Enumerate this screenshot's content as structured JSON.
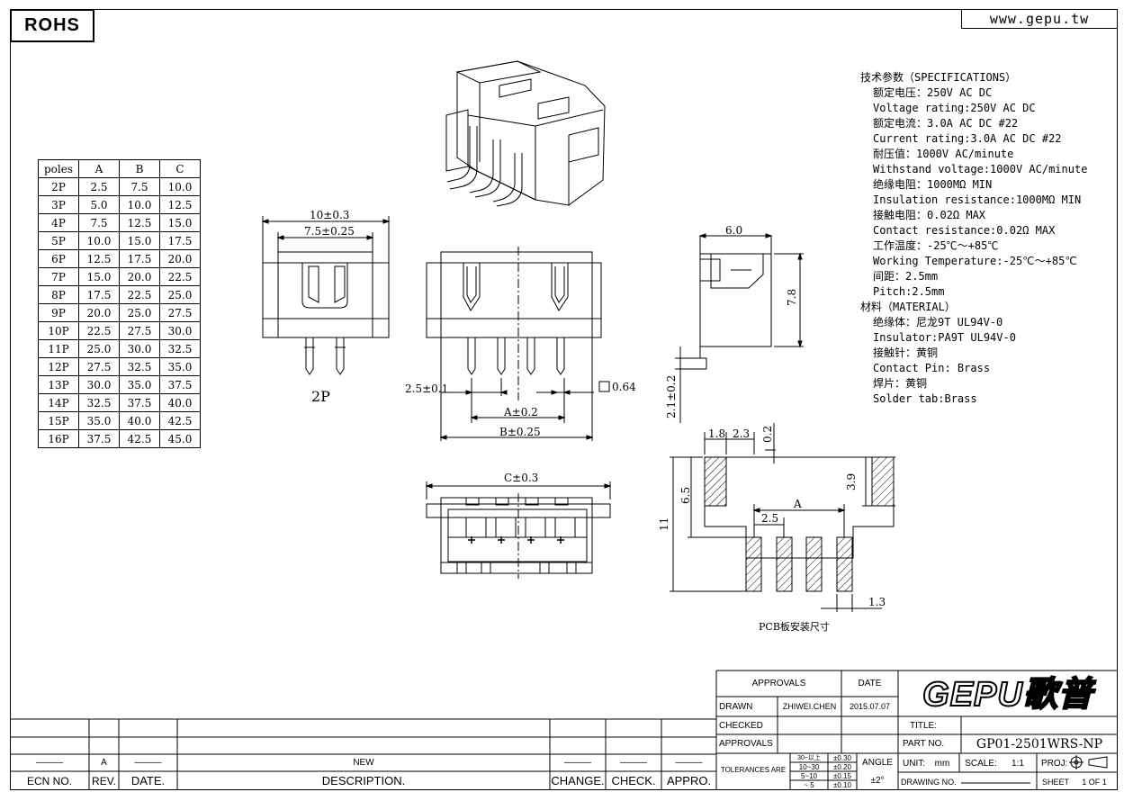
{
  "header": {
    "rohs": "ROHS",
    "website": "www.gepu.tw"
  },
  "poles_table": {
    "headers": [
      "poles",
      "A",
      "B",
      "C"
    ],
    "rows": [
      [
        "2P",
        "2.5",
        "7.5",
        "10.0"
      ],
      [
        "3P",
        "5.0",
        "10.0",
        "12.5"
      ],
      [
        "4P",
        "7.5",
        "12.5",
        "15.0"
      ],
      [
        "5P",
        "10.0",
        "15.0",
        "17.5"
      ],
      [
        "6P",
        "12.5",
        "17.5",
        "20.0"
      ],
      [
        "7P",
        "15.0",
        "20.0",
        "22.5"
      ],
      [
        "8P",
        "17.5",
        "22.5",
        "25.0"
      ],
      [
        "9P",
        "20.0",
        "25.0",
        "27.5"
      ],
      [
        "10P",
        "22.5",
        "27.5",
        "30.0"
      ],
      [
        "11P",
        "25.0",
        "30.0",
        "32.5"
      ],
      [
        "12P",
        "27.5",
        "32.5",
        "35.0"
      ],
      [
        "13P",
        "30.0",
        "35.0",
        "37.5"
      ],
      [
        "14P",
        "32.5",
        "37.5",
        "40.0"
      ],
      [
        "15P",
        "35.0",
        "40.0",
        "42.5"
      ],
      [
        "16P",
        "37.5",
        "42.5",
        "45.0"
      ]
    ]
  },
  "specs": [
    {
      "text": "技术参数（SPECIFICATIONS）",
      "indent": false
    },
    {
      "text": "额定电压：250V AC DC",
      "indent": true
    },
    {
      "text": "Voltage rating:250V AC DC",
      "indent": true
    },
    {
      "text": "额定电流：3.0A AC DC #22",
      "indent": true
    },
    {
      "text": "Current rating:3.0A AC DC #22",
      "indent": true
    },
    {
      "text": "耐压值：1000V AC/minute",
      "indent": true
    },
    {
      "text": "Withstand voltage:1000V AC/minute",
      "indent": true
    },
    {
      "text": "绝缘电阻：1000MΩ MIN",
      "indent": true
    },
    {
      "text": "Insulation resistance:1000MΩ MIN",
      "indent": true
    },
    {
      "text": "接触电阻：0.02Ω MAX",
      "indent": true
    },
    {
      "text": "Contact resistance:0.02Ω MAX",
      "indent": true
    },
    {
      "text": "工作温度：-25℃～+85℃",
      "indent": true
    },
    {
      "text": "Working Temperature:-25℃～+85℃",
      "indent": true
    },
    {
      "text": "间距：2.5mm",
      "indent": true
    },
    {
      "text": "Pitch:2.5mm",
      "indent": true
    },
    {
      "text": "材料（MATERIAL）",
      "indent": false
    },
    {
      "text": "绝缘体：尼龙9T UL94V-0",
      "indent": true
    },
    {
      "text": "Insulator:PA9T UL94V-0",
      "indent": true
    },
    {
      "text": "接触针：黄铜",
      "indent": true
    },
    {
      "text": "Contact Pin: Brass",
      "indent": true
    },
    {
      "text": "焊片：黄铜",
      "indent": true
    },
    {
      "text": "Solder tab:Brass",
      "indent": true
    }
  ],
  "drawing_labels": {
    "dim_10": "10±0.3",
    "dim_7_5": "7.5±0.25",
    "label_2p": "2P",
    "dim_2_5": "2.5±0.1",
    "dim_a": "A±0.2",
    "dim_b": "B±0.25",
    "dim_064": "0.64",
    "dim_6_0": "6.0",
    "dim_7_8": "7.8",
    "dim_2_1": "2.1±0.2",
    "dim_c": "C±0.3",
    "pcb_1_8": "1.8",
    "pcb_2_3": "2.3",
    "pcb_0_2": "0.2",
    "pcb_3_9": "3.9",
    "pcb_6_5": "6.5",
    "pcb_11": "11",
    "pcb_a": "A",
    "pcb_2_5": "2.5",
    "pcb_1_3": "1.3",
    "pcb_caption": "PCB板安装尺寸"
  },
  "title_block": {
    "approvals": "APPROVALS",
    "date": "DATE",
    "drawn": "DRAWN",
    "drawn_by": "ZHIWEI.CHEN",
    "drawn_date": "2015.07.07",
    "checked": "CHECKED",
    "approvals2": "APPROVALS",
    "logo": "GEPU歌普",
    "title_label": "TITLE:",
    "part_no_label": "PART NO.",
    "part_no": "GP01-2501WRS-NP",
    "tolerances": "TOLERANCES ARE",
    "tol_rows": [
      [
        "30~以上",
        "±0.30"
      ],
      [
        "10~30",
        "±0.20"
      ],
      [
        "5~10",
        "±0.15"
      ],
      [
        "~ 5",
        "±0.10"
      ]
    ],
    "angle": "ANGLE",
    "angle_val": "±2°",
    "unit_label": "UNIT:",
    "unit": "mm",
    "scale_label": "SCALE:",
    "scale": "1:1",
    "proj": "PROJ:",
    "drawing_no": "DRAWING NO.",
    "sheet": "SHEET",
    "sheet_val": "1 OF 1"
  },
  "revision_block": {
    "rev_value": "A",
    "date_value": "———",
    "desc_value": "NEW",
    "change_value": "———",
    "check_value": "———",
    "appro_value": "———",
    "ecn_value": "———",
    "ecn": "ECN NO.",
    "rev": "REV.",
    "date": "DATE.",
    "desc": "DESCRIPTION.",
    "change": "CHANGE.",
    "check": "CHECK.",
    "appro": "APPRO."
  }
}
